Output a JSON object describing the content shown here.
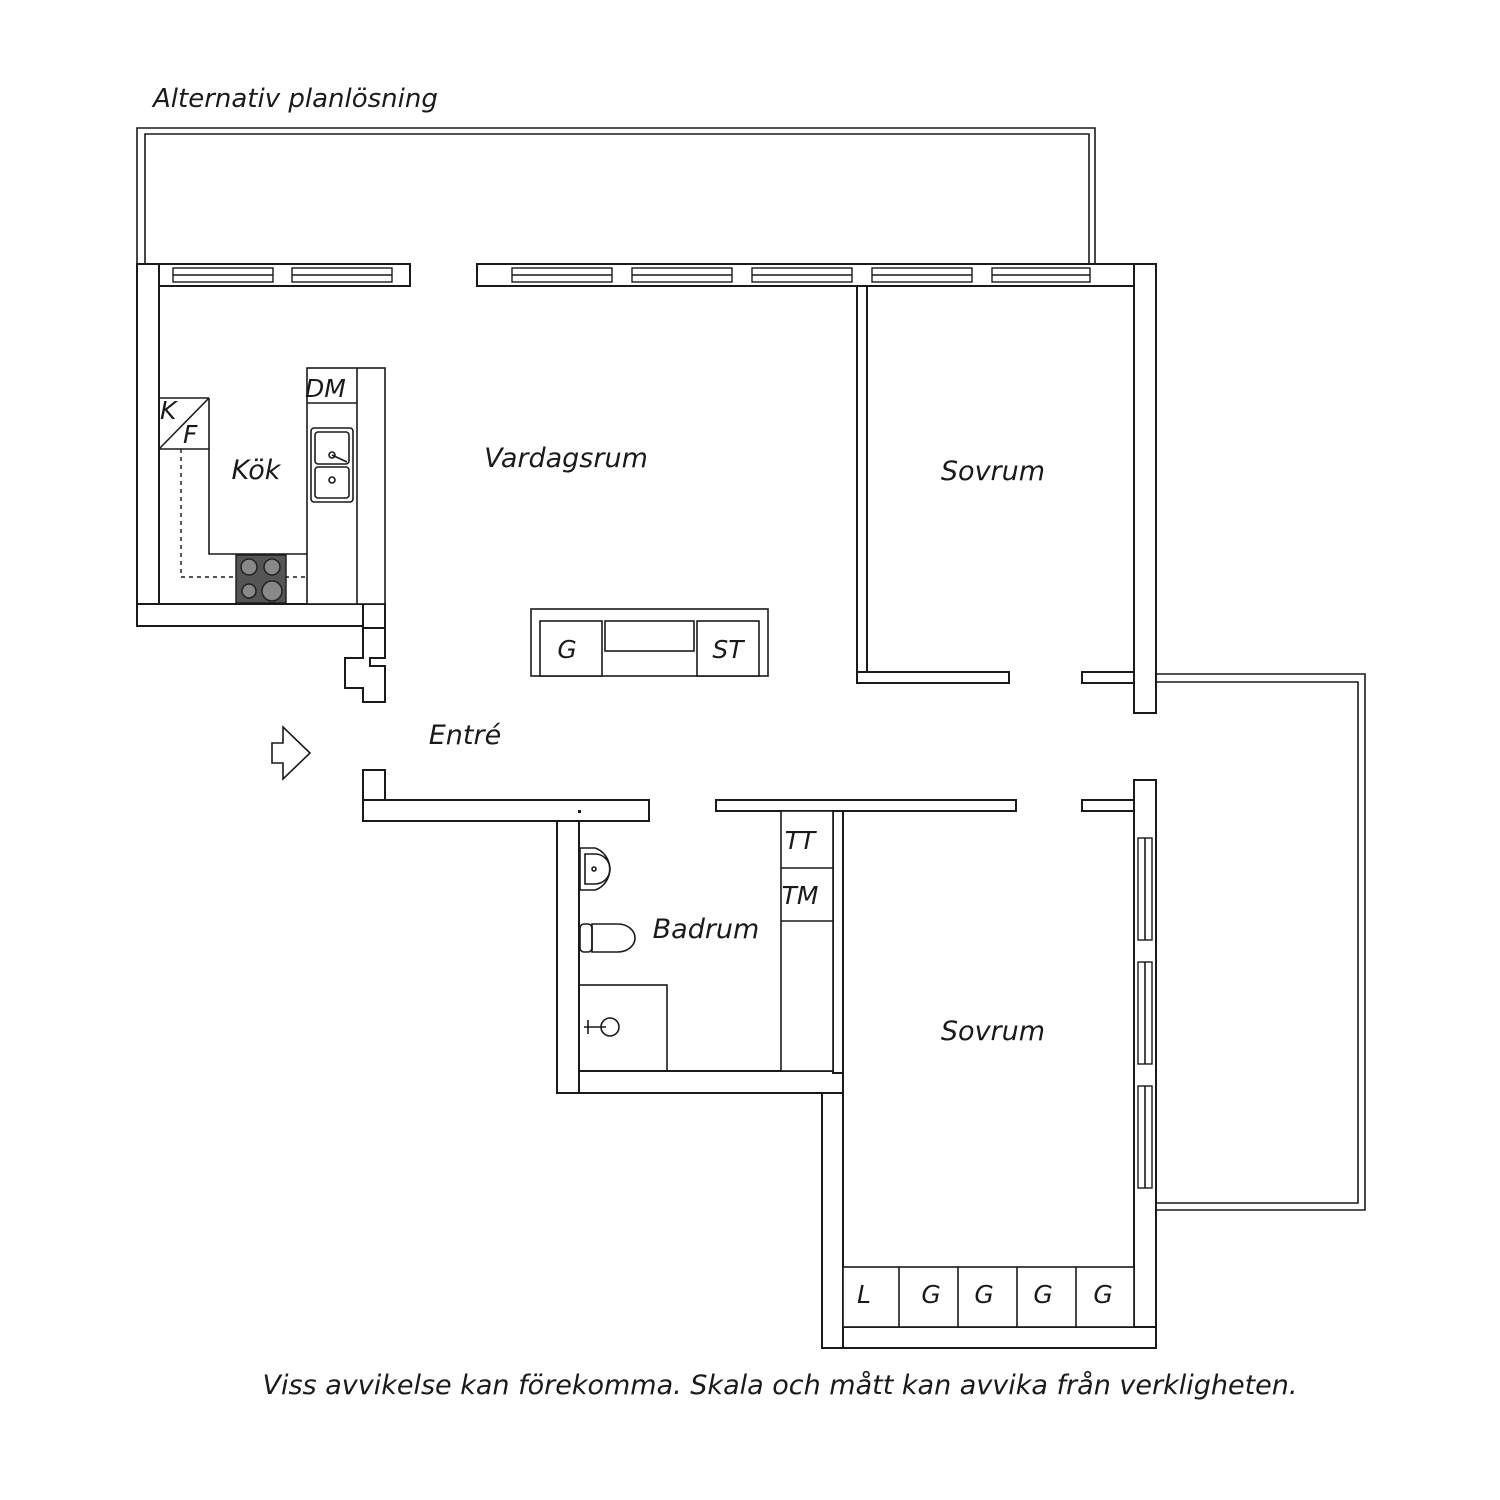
{
  "title": "Alternativ planlösning",
  "disclaimer": "Viss avvikelse kan förekomma. Skala och mått kan avvika från verkligheten.",
  "rooms": {
    "kitchen": "Kök",
    "living": "Vardagsrum",
    "bedroom_1": "Sovrum",
    "bedroom_2": "Sovrum",
    "entrance": "Entré",
    "bathroom": "Badrum"
  },
  "fixtures": {
    "dishwasher": "DM",
    "fridge": "K",
    "freezer": "F",
    "entry_wardrobe": "G",
    "entry_storage": "ST",
    "tumble_dryer": "TT",
    "washing_machine": "TM",
    "closet_linen": "L",
    "closet_1": "G",
    "closet_2": "G",
    "closet_3": "G",
    "closet_4": "G"
  },
  "icons": [
    "entrance-arrow-icon",
    "stove-icon",
    "sink-icon",
    "toilet-icon",
    "washbasin-icon",
    "shower-icon"
  ]
}
